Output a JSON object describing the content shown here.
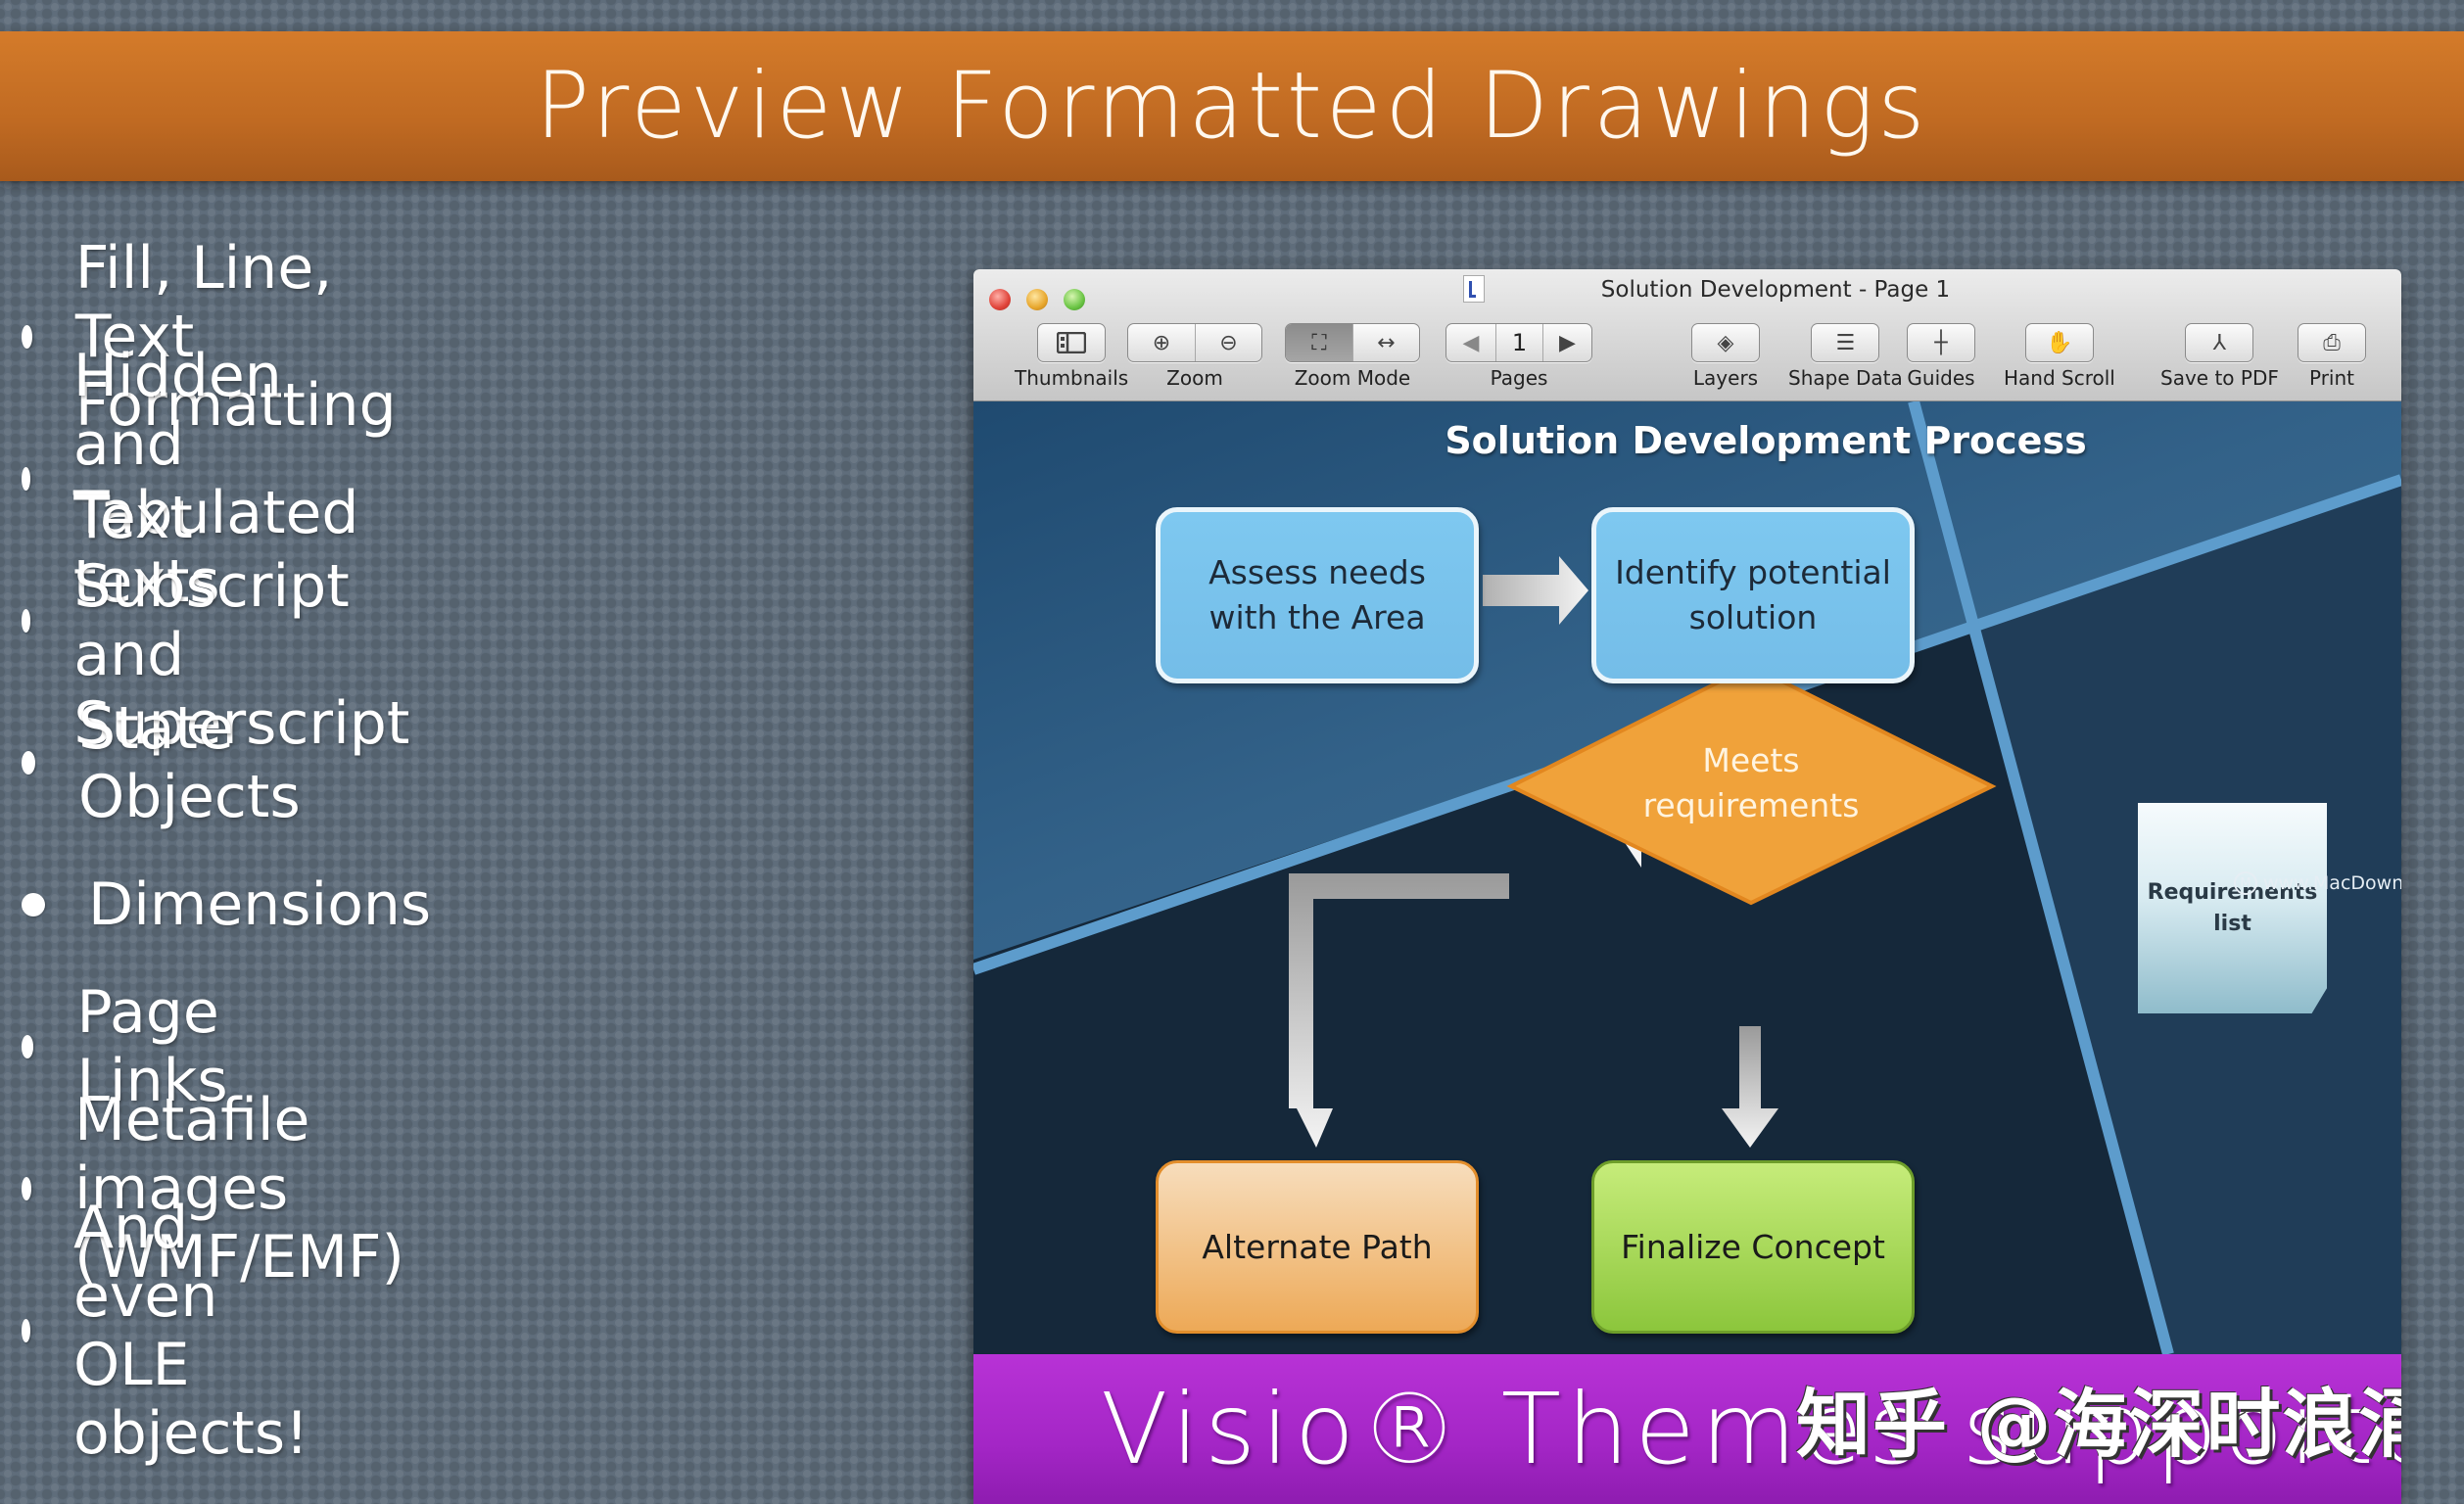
{
  "header": {
    "title": "Preview Formatted Drawings",
    "color": "#c9731f"
  },
  "bullets": [
    "Fill, Line, Text Formatting",
    "Hidden and Tabulated texts",
    "Text Subscript and Superscript",
    "State Objects",
    "Dimensions",
    "Page Links",
    "Metafile images (WMF/EMF)",
    "And even OLE objects!"
  ],
  "window": {
    "title": "Solution Development - Page 1",
    "traffic_lights": [
      "close",
      "minimize",
      "zoom"
    ],
    "toolbar": {
      "thumbnails": {
        "label": "Thumbnails",
        "icon": "sidebar-icon"
      },
      "zoom": {
        "label": "Zoom",
        "zoom_in": "⊕",
        "zoom_out": "⊖"
      },
      "zoom_mode": {
        "label": "Zoom Mode",
        "fit_page": "⛶",
        "fit_width": "↔"
      },
      "pages": {
        "label": "Pages",
        "prev": "◀",
        "current": "1",
        "next": "▶"
      },
      "layers": {
        "label": "Layers",
        "icon": "◈"
      },
      "shape_data": {
        "label": "Shape Data",
        "icon": "☰"
      },
      "guides": {
        "label": "Guides",
        "icon": "┼"
      },
      "hand_scroll": {
        "label": "Hand Scroll",
        "icon": "✋"
      },
      "save_pdf": {
        "label": "Save to PDF",
        "icon": "⅄"
      },
      "print": {
        "label": "Print",
        "icon": "⎙"
      }
    }
  },
  "diagram": {
    "title": "Solution Development Process",
    "nodes": {
      "assess": {
        "line1": "Assess needs",
        "line2": "with the Area"
      },
      "identify": {
        "line1": "Identify potential",
        "line2": "solution"
      },
      "decision": {
        "line1": "Meets",
        "line2": "requirements"
      },
      "requirements": {
        "line1": "Requirements",
        "line2": "list"
      },
      "alternate": {
        "text": "Alternate Path"
      },
      "finalize": {
        "text": "Finalize Concept"
      }
    },
    "watermark": {
      "logo": "M",
      "text": "www.MacDown.com"
    }
  },
  "footer": {
    "text": "Visio® Themes supported",
    "overlay": "知乎 @海深时浪涌",
    "color": "#a928c9"
  }
}
